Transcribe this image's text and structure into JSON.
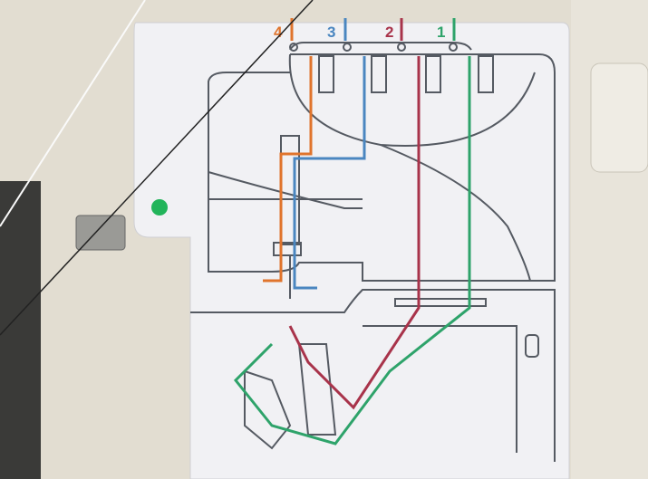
{
  "diagram": {
    "threads": [
      {
        "label": "4",
        "color": "#e0742c"
      },
      {
        "label": "3",
        "color": "#4a86c0"
      },
      {
        "label": "2",
        "color": "#a8334a"
      },
      {
        "label": "1",
        "color": "#2ea36a"
      }
    ],
    "marker_color": "#22b45a",
    "line_color": "#555a62"
  }
}
